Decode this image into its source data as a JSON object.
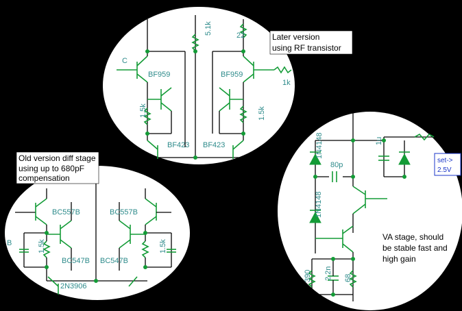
{
  "labels": {
    "top_r22": "22",
    "top_r51k": "5.1k",
    "top_bf959_left": "BF959",
    "top_bf959_right": "BF959",
    "top_r15k_left": "1.5k",
    "top_r15k_right": "1.5k",
    "top_bf423_left": "BF423",
    "top_bf423_right": "BF423",
    "top_r1k": "1k",
    "top_partial_c": "C",
    "left_bc557b_left": "BC557B",
    "left_bc557b_right": "BC557B",
    "left_bc547b_left": "BC547B",
    "left_bc547b_right": "BC547B",
    "left_r15k_left": "1.5k",
    "left_r15k_right": "1.5k",
    "left_2n3906": "2N3906",
    "left_partial_b": "B",
    "right_1n4148_top": "1N4148",
    "right_1n4148_bot": "1N4148",
    "right_c80p": "80p",
    "right_c1u": "1u",
    "right_c22n": "2.2n",
    "right_r68": "68",
    "right_r390": "390"
  },
  "notes": {
    "later_line1": "Later version",
    "later_line2": "using RF transistor",
    "old_line1": "Old version diff stage",
    "old_line2": "using up to 680pF",
    "old_line3": "compensation",
    "va_line1": "VA stage, should",
    "va_line2": "be stable fast and",
    "va_line3": "high gain"
  },
  "setbox": {
    "line1": "set->",
    "line2": "2.5V"
  },
  "colors": {
    "background": "#000000",
    "bubble": "#ffffff",
    "component": "#139b36",
    "label": "#2e8b8b",
    "select": "#1a35c8"
  }
}
